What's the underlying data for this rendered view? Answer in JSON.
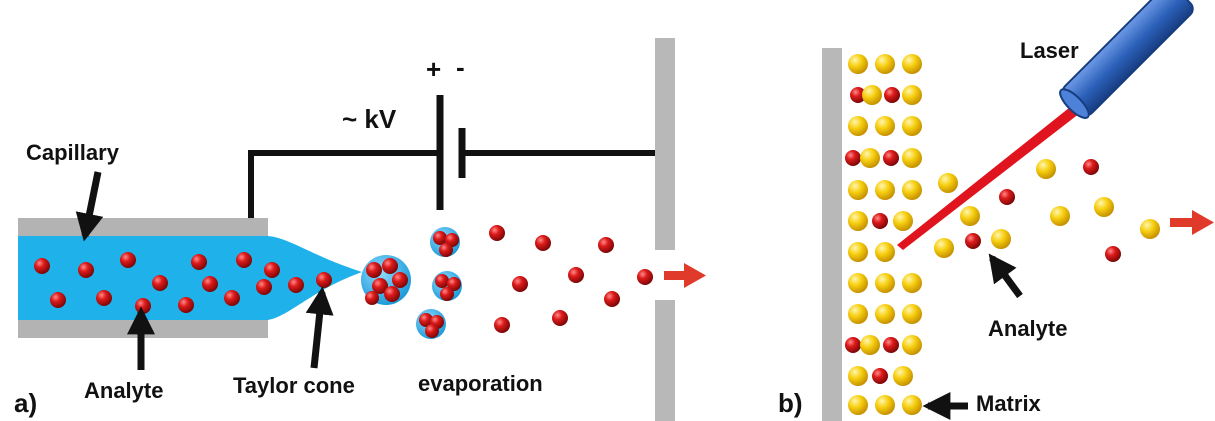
{
  "panel_a": {
    "letter": "a)",
    "capillary": "Capillary",
    "analyte": "Analyte",
    "taylor_cone": "Taylor cone",
    "evaporation": "evaporation",
    "voltage": "~ kV",
    "plus": "+",
    "minus": "-"
  },
  "panel_b": {
    "letter": "b)",
    "laser": "Laser",
    "analyte": "Analyte",
    "matrix": "Matrix"
  },
  "colors": {
    "analyte_red": "#cc1111",
    "matrix_yellow": "#f2c200",
    "solvent_blue": "#1fb2ea",
    "capillary_gray": "#b3b3b3",
    "laser_body": "#2a5fb8",
    "laser_beam": "#e0141e",
    "arrow_red": "#e03b2a"
  }
}
